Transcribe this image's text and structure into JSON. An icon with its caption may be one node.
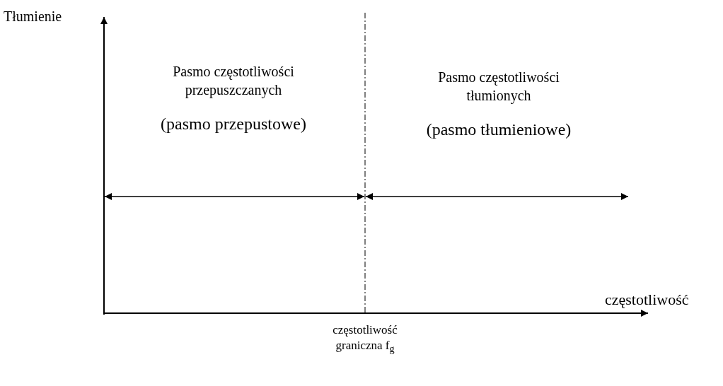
{
  "diagram": {
    "labels": [
      "Tłumienie",
      "Pasmo częstotliwości przepuszczanych",
      "(pasmo przepustowe)",
      "Pasmo częstotliwości tłumionych",
      "(pasmo tłumieniowe)",
      "częstotliwość",
      "częstotliwość graniczna f$_{g}$"
    ]
  }
}
